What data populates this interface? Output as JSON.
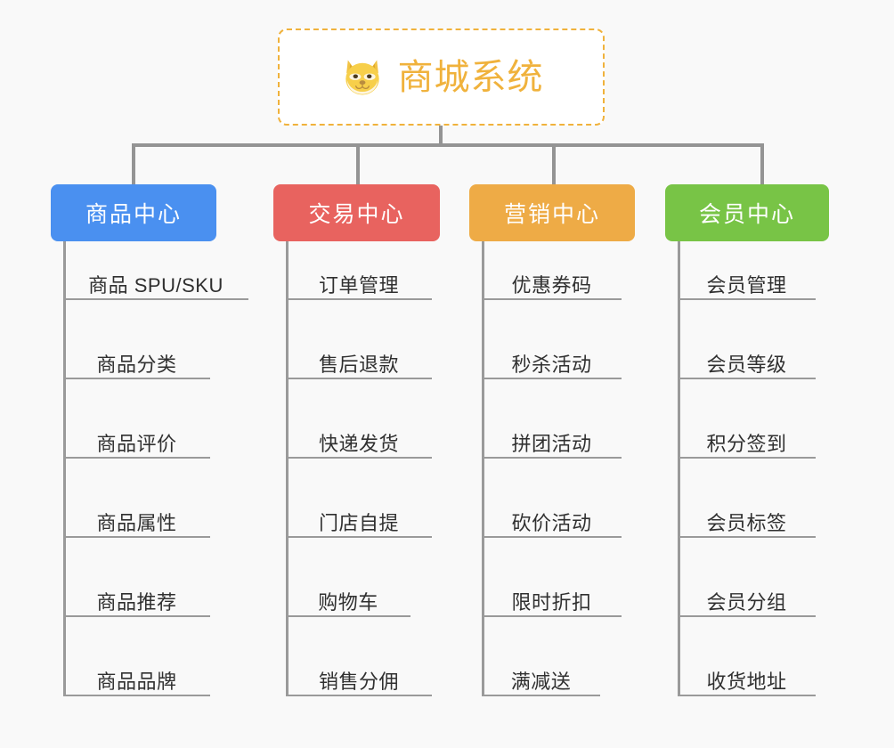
{
  "page": {
    "background": "#f9f9f9",
    "line_color": "#949494"
  },
  "root": {
    "title": "商城系统",
    "icon": "shiba-dog-icon",
    "border_color": "#f0b23c",
    "text_color": "#f0b23c"
  },
  "columns": [
    {
      "key": "product-center",
      "label": "商品中心",
      "color": "#4a90f0",
      "items": [
        "商品 SPU/SKU",
        "商品分类",
        "商品评价",
        "商品属性",
        "商品推荐",
        "商品品牌"
      ]
    },
    {
      "key": "trade-center",
      "label": "交易中心",
      "color": "#e8635f",
      "items": [
        "订单管理",
        "售后退款",
        "快递发货",
        "门店自提",
        "购物车",
        "销售分佣"
      ]
    },
    {
      "key": "marketing-center",
      "label": "营销中心",
      "color": "#eeab46",
      "items": [
        "优惠券码",
        "秒杀活动",
        "拼团活动",
        "砍价活动",
        "限时折扣",
        "满减送"
      ]
    },
    {
      "key": "member-center",
      "label": "会员中心",
      "color": "#78c446",
      "items": [
        "会员管理",
        "会员等级",
        "积分签到",
        "会员标签",
        "会员分组",
        "收货地址"
      ]
    }
  ]
}
